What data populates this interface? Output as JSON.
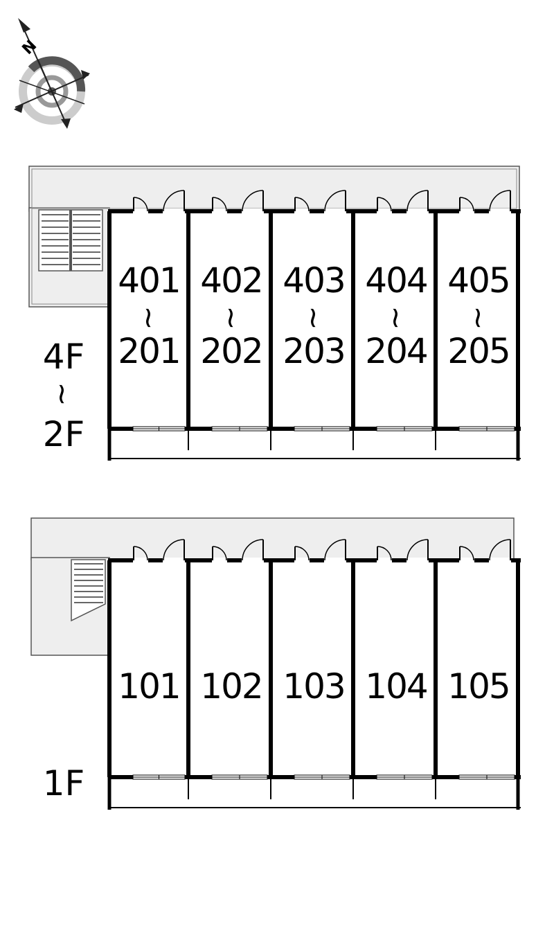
{
  "compass": {
    "north_letter": "N"
  },
  "upper_block": {
    "floor_from": "4F",
    "floor_to": "2F",
    "range_mark": "~",
    "units": [
      {
        "top": "401",
        "bottom": "201"
      },
      {
        "top": "402",
        "bottom": "202"
      },
      {
        "top": "403",
        "bottom": "203"
      },
      {
        "top": "404",
        "bottom": "204"
      },
      {
        "top": "405",
        "bottom": "205"
      }
    ]
  },
  "lower_block": {
    "floor": "1F",
    "units": [
      "101",
      "102",
      "103",
      "104",
      "105"
    ]
  },
  "colors": {
    "wall": "#000000",
    "corridor": "#eeeeee",
    "outline": "#555555"
  }
}
